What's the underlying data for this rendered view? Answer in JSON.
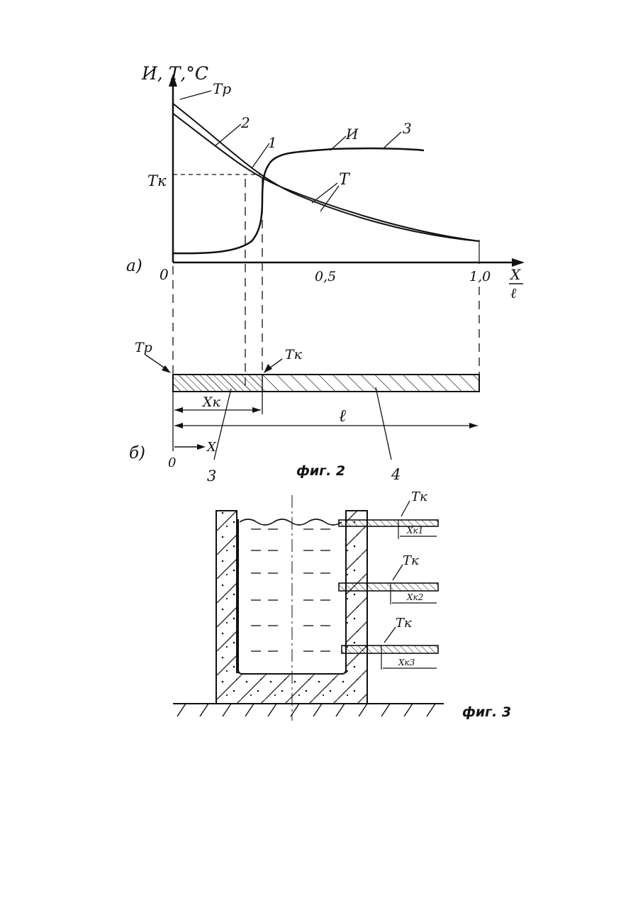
{
  "fig2": {
    "caption": "фиг. 2",
    "part_a_marker": "a)",
    "part_b_marker": "б)",
    "graph": {
      "y_axis_label": "И, Т,°С",
      "x_axis_label_num": "X",
      "x_axis_label_den": "ℓ",
      "origin": "0",
      "x_ticks": [
        "0,5",
        "1,0"
      ],
      "tk_label": "Tк",
      "tp_label": "Tр",
      "curve_labels": {
        "one": "1",
        "two": "2",
        "three": "3"
      },
      "u_label": "И",
      "t_label": "T"
    },
    "rod": {
      "tp_label": "Tр",
      "tk_label": "Tк",
      "xk_label": "Xк",
      "length_label": "ℓ",
      "zone_label": "3",
      "rod_label": "4",
      "x_origin": "0",
      "x_arrow_label": "X"
    }
  },
  "fig3": {
    "caption": "фиг. 3",
    "tk_labels": [
      "Tк",
      "Tк",
      "Tк"
    ],
    "xk_labels": [
      "Xк1",
      "Xк2",
      "Xк3"
    ]
  }
}
